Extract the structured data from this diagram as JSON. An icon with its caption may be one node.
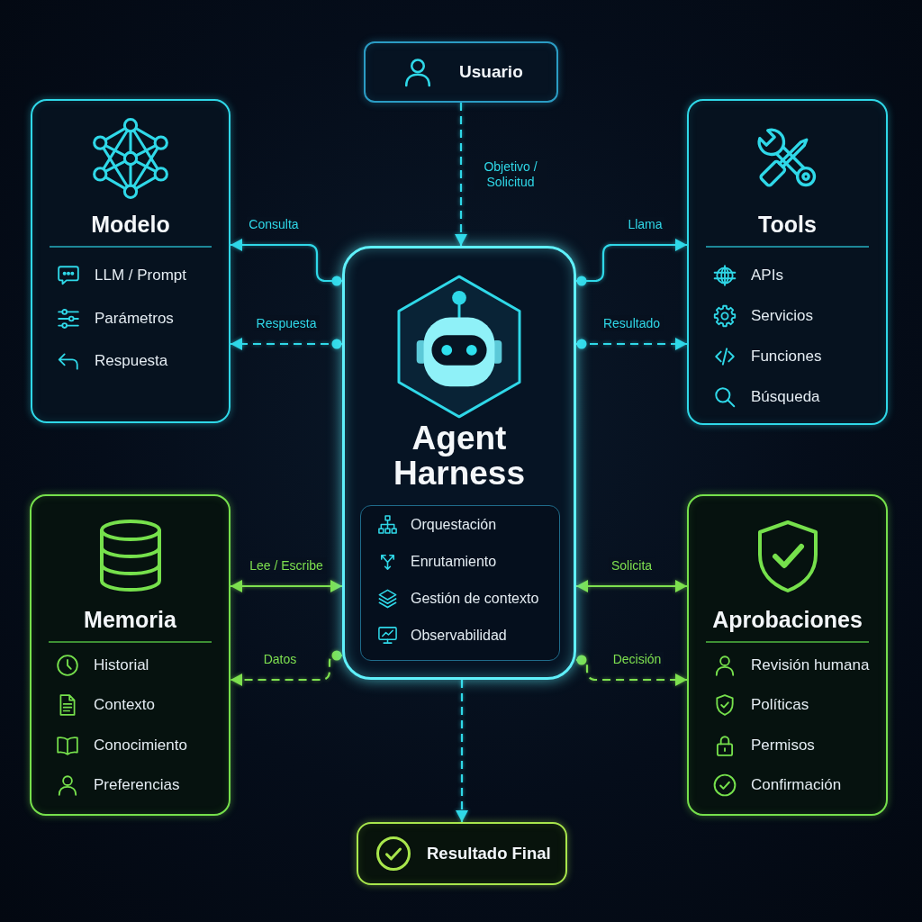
{
  "diagram": {
    "nodes": [
      {
        "text": [
          "Usuario"
        ]
      },
      {
        "text": [
          "Modelo",
          "LLM / Prompt",
          "Parámetros",
          "Respuesta"
        ]
      },
      {
        "text": [
          "Tools",
          "APIs",
          "Servicios",
          "Funciones",
          "Búsqueda"
        ]
      },
      {
        "text": [
          "Agent Harness"
        ]
      },
      {
        "text": [
          "Orquestación",
          "Enrutamiento",
          "Gestión de contexto",
          "Observabilidad"
        ],
        "in": 3
      },
      {
        "text": [
          "Memoria",
          "Historial",
          "Contexto",
          "Conocimiento",
          "Preferencias"
        ]
      },
      {
        "text": [
          "Aprobaciones",
          "Revisión humana",
          "Políticas",
          "Permisos",
          "Confirmación"
        ]
      },
      {
        "text": [
          "Resultado Final"
        ]
      }
    ],
    "edges": [
      {
        "from": 0,
        "to": 3,
        "arrow": "to",
        "label": "Objetivo / Solicitud",
        "style": "dashed"
      },
      {
        "from": 3,
        "to": 1,
        "arrow": "to",
        "label": "Consulta"
      },
      {
        "from": 3,
        "to": 1,
        "arrow": "to",
        "label": "Respuesta",
        "style": "dashed"
      },
      {
        "from": 3,
        "to": 2,
        "arrow": "to",
        "label": "Llama"
      },
      {
        "from": 3,
        "to": 2,
        "arrow": "to",
        "label": "Resultado",
        "style": "dashed"
      },
      {
        "from": 3,
        "to": 5,
        "arrow": "both",
        "label": "Lee / Escribe",
        "color": "#7ee04f"
      },
      {
        "from": 3,
        "to": 5,
        "arrow": "to",
        "label": "Datos",
        "style": "dashed",
        "color": "#7ee04f"
      },
      {
        "from": 3,
        "to": 6,
        "arrow": "both",
        "label": "Solicita",
        "color": "#7ee04f"
      },
      {
        "from": 3,
        "to": 6,
        "arrow": "to",
        "label": "Decisión",
        "style": "dashed",
        "color": "#7ee04f"
      },
      {
        "from": 3,
        "to": 7,
        "arrow": "to",
        "style": "dashed"
      }
    ]
  }
}
